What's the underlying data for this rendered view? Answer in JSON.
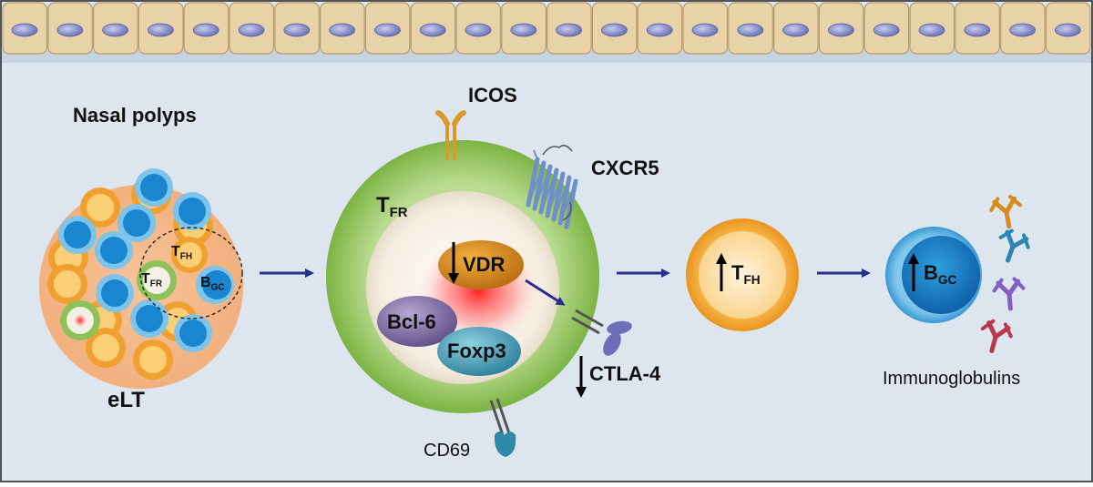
{
  "colors": {
    "background": "#dde6ef",
    "epithelium": "#e8d2a8",
    "nucleus": "#8a8fc4",
    "tfr_green": "#8dc25a",
    "tfh_orange": "#f0a030",
    "bgc_blue": "#1a86cf",
    "arrow": "#2a2d8c",
    "vdr": "#d88a1a",
    "bcl6": "#7f6aa2",
    "foxp3": "#3f9ab2"
  },
  "labels": {
    "nasal_polyps": "Nasal polyps",
    "elt": "eLT",
    "icos": "ICOS",
    "cxcr5": "CXCR5",
    "cd69": "CD69",
    "ctla4": "CTLA-4",
    "vdr": "VDR",
    "bcl6": "Bcl-6",
    "foxp3": "Foxp3",
    "immunoglobulins": "Immunoglobulins",
    "t": "T",
    "b": "B",
    "fr": "FR",
    "fh": "FH",
    "gc": "GC"
  }
}
